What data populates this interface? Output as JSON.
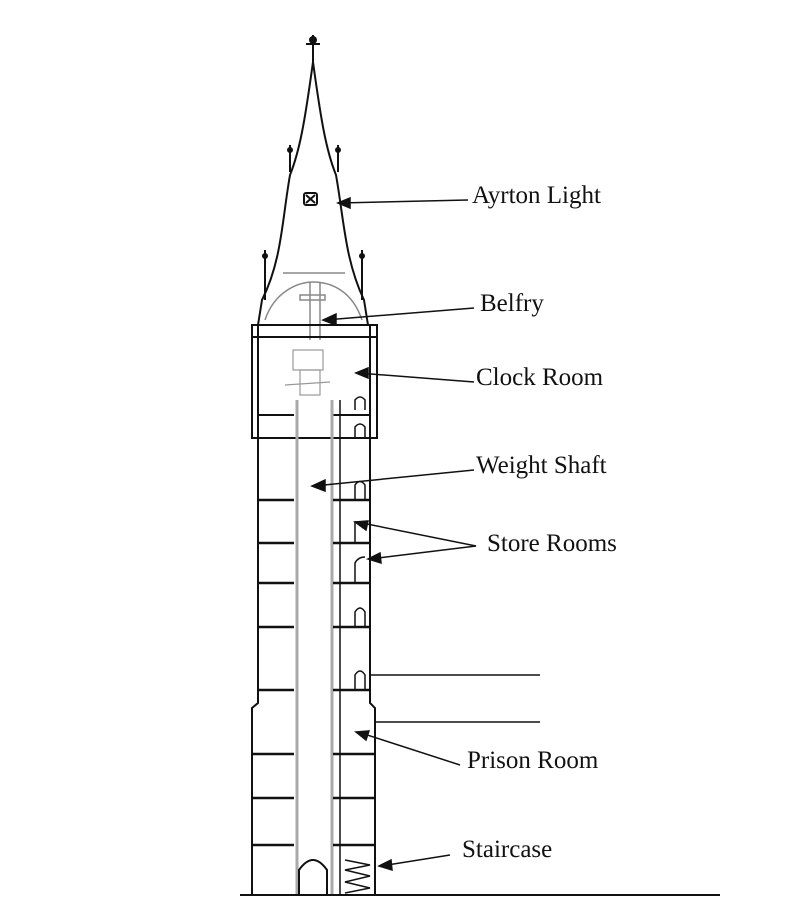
{
  "diagram": {
    "labels": {
      "ayrton_light": "Ayrton Light",
      "belfry": "Belfry",
      "clock_room": "Clock Room",
      "weight_shaft": "Weight Shaft",
      "store_rooms": "Store Rooms",
      "prison_room": "Prison Room",
      "staircase": "Staircase"
    },
    "colors": {
      "ink": "#111111",
      "grey": "#aaaaaa"
    }
  }
}
